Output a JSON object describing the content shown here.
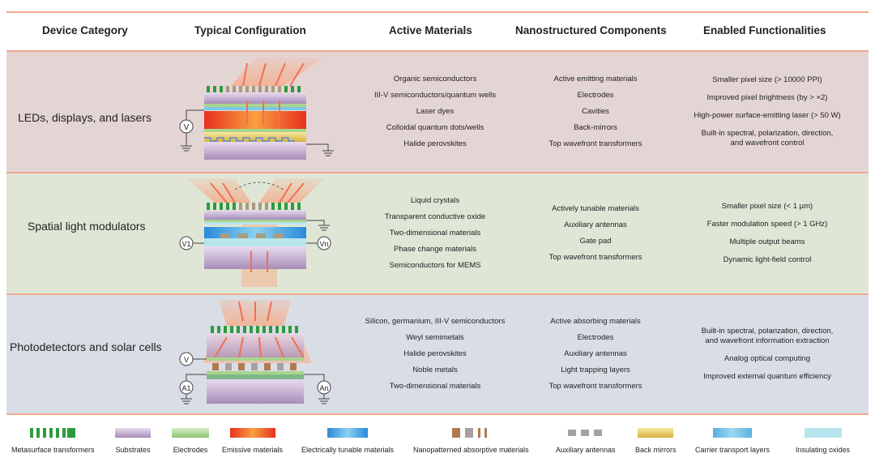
{
  "headers": {
    "device_category": "Device Category",
    "typical_configuration": "Typical Configuration",
    "active_materials": "Active Materials",
    "nanostructured_components": "Nanostructured Components",
    "enabled_functionalities": "Enabled Functionalities"
  },
  "rows": [
    {
      "category": "LEDs, displays, and lasers",
      "materials": [
        "Organic semiconductors",
        "III-V semiconductors/quantum wells",
        "Laser dyes",
        "Colloidal quantum dots/wells",
        "Halide perovskites"
      ],
      "components": [
        "Active emitting materials",
        "Electrodes",
        "Cavities",
        "Back-mirrors",
        "Top wavefront transformers"
      ],
      "functionalities": [
        "Smaller pixel size (> 10000 PPI)",
        "Improved pixel brightness (by > ×2)",
        "High-power surface-emitting laser (> 50 W)",
        "Built-in spectral, polarization, direction,\nand wavefront control"
      ],
      "diagram_labels": {
        "v": "V"
      }
    },
    {
      "category": "Spatial light modulators",
      "materials": [
        "Liquid crystals",
        "Transparent conductive oxide",
        "Two-dimensional materials",
        "Phase change materials",
        "Semiconductors for MEMS"
      ],
      "components": [
        "Actively tunable materials",
        "Auxiliary antennas",
        "Gate pad",
        "Top wavefront transformers"
      ],
      "functionalities": [
        "Smaller pixel size (< 1 μm)",
        "Faster modulation speed (> 1 GHz)",
        "Multiple output beams",
        "Dynamic light-field control"
      ],
      "diagram_labels": {
        "v1": "V1",
        "vn": "Vn"
      }
    },
    {
      "category": "Photodetectors and solar cells",
      "materials": [
        "Silicon, germanium, III-V semiconductors",
        "Weyl semimetals",
        "Halide perovskites",
        "Noble metals",
        "Two-dimensional materials"
      ],
      "components": [
        "Active absorbing materials",
        "Electrodes",
        "Auxiliary antennas",
        "Light trapping layers",
        "Top wavefront transformers"
      ],
      "functionalities": [
        "Built-in spectral, polarization, direction,\nand wavefront information extraction",
        "Analog optical computing",
        "Improved external quantum efficiency"
      ],
      "diagram_labels": {
        "v": "V",
        "a1": "A1",
        "an": "An"
      }
    }
  ],
  "legend": [
    {
      "label": "Metasurface transformers",
      "color": "#2e9a3e",
      "icon": "comb-pattern"
    },
    {
      "label": "Substrates",
      "color": "#c9b4d4",
      "icon": "gradient-bar"
    },
    {
      "label": "Electrodes",
      "color": "#a8d48c",
      "icon": "gradient-bar"
    },
    {
      "label": "Emissive materials",
      "color": "#f05a28",
      "icon": "gradient-bar"
    },
    {
      "label": "Electrically tunable materials",
      "color": "#4aaee6",
      "icon": "gradient-bar"
    },
    {
      "label": "Nanopatterned absorptive materials",
      "color": "#b07a50",
      "icon": "block-pattern"
    },
    {
      "label": "Auxiliary antennas",
      "color": "#a8a0a0",
      "icon": "block-pattern"
    },
    {
      "label": "Back mirrors",
      "color": "#e8c85a",
      "icon": "gradient-bar"
    },
    {
      "label": "Carrier transport layers",
      "color": "#7ec8e6",
      "icon": "gradient-bar"
    },
    {
      "label": "Insulating oxides",
      "color": "#b8e4ee",
      "icon": "gradient-bar"
    }
  ]
}
